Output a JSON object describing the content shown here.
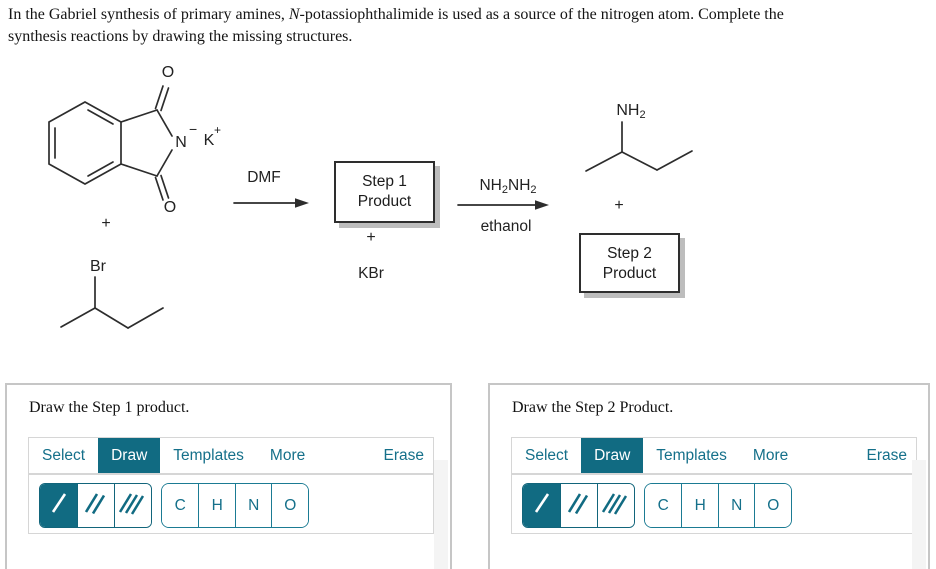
{
  "intro": {
    "leading_mark": ",",
    "line1_before_italic": "In the Gabriel synthesis of primary amines, ",
    "line1_italic": "N",
    "line1_after_italic": "-potassiophthalimide is used as a source of the nitrogen atom. Complete the",
    "line2": "synthesis reactions by drawing the missing structures."
  },
  "scheme": {
    "phthalimide": {
      "o_top": "O",
      "o_bottom": "O",
      "n": "N",
      "minus_charge": "−",
      "k": "K",
      "plus_charge": "+"
    },
    "plus_1": "+",
    "alkyl_bromide": {
      "br": "Br"
    },
    "arrow_1": {
      "label_top": "DMF"
    },
    "step1_box": {
      "line1": "Step 1",
      "line2": "Product"
    },
    "plus_2": "+",
    "byproduct": "KBr",
    "arrow_2": {
      "hydrazine_p1": "NH",
      "hydrazine_s1": "2",
      "hydrazine_p2": "NH",
      "hydrazine_s2": "2",
      "label_bottom": "ethanol"
    },
    "amine": {
      "nh": "NH",
      "sub": "2"
    },
    "plus_3": "+",
    "step2_box": {
      "line1": "Step 2",
      "line2": "Product"
    }
  },
  "panels": {
    "left": {
      "title": "Draw the Step 1 product."
    },
    "right": {
      "title": "Draw the Step 2 Product."
    }
  },
  "toolbar": {
    "tabs": {
      "select": "Select",
      "draw": "Draw",
      "templates": "Templates",
      "more": "More"
    },
    "erase": "Erase",
    "atoms": {
      "c": "C",
      "h": "H",
      "n": "N",
      "o": "O"
    }
  },
  "colors": {
    "accent_teal": "#116b82",
    "teal_text": "#15708a",
    "box_shadow_gray": "#bdbdbd",
    "panel_border": "#c6c6c6"
  }
}
